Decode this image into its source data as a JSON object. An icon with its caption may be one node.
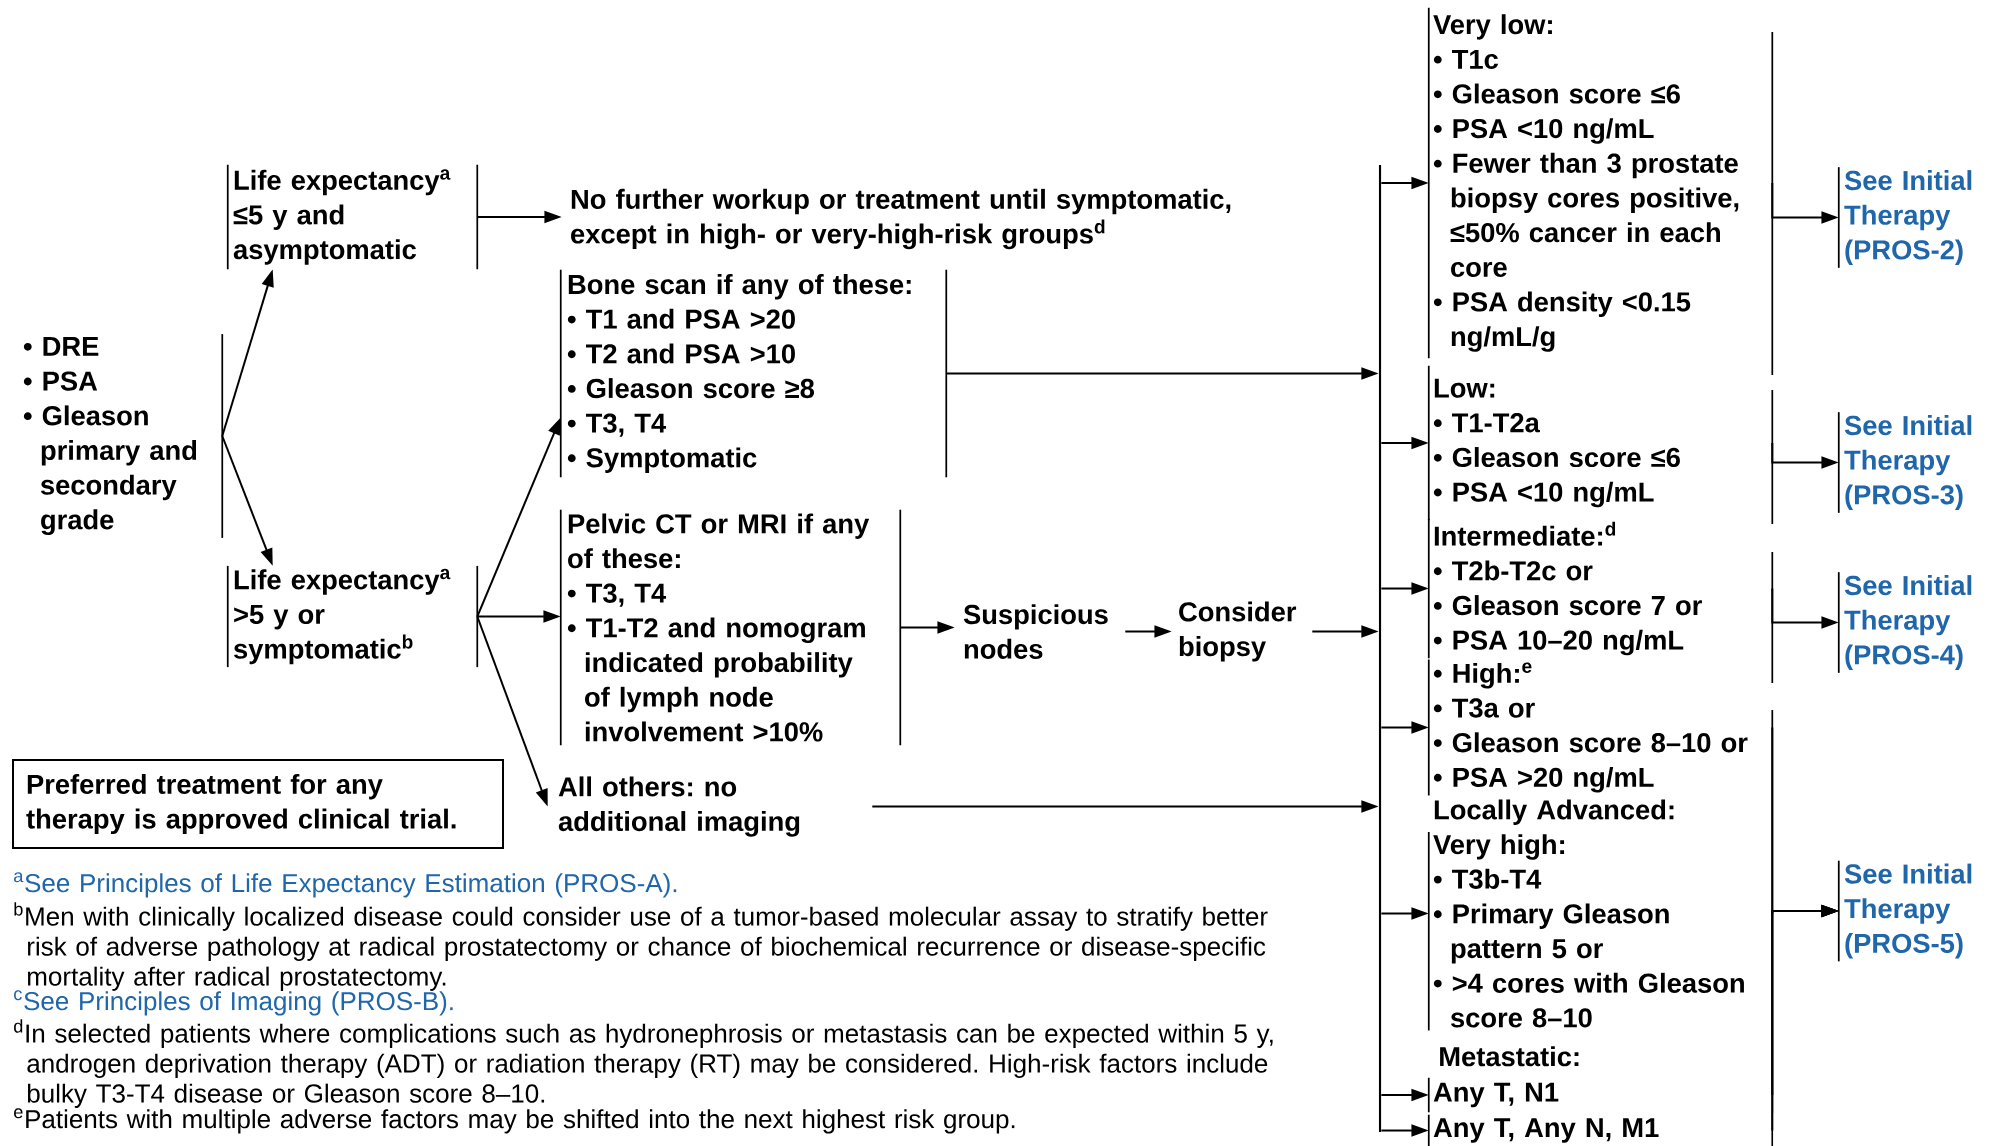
{
  "diagram": {
    "nodes": [
      {
        "text": [
          "• DRE",
          "• PSA",
          "• Gleason primary and secondary grade"
        ]
      },
      {
        "text": [
          "Life expectancy$^{a}$ ≤5 y and asymptomatic"
        ]
      },
      {
        "text": [
          "Life expectancy$^{a}$ >5 y or symptomatic$^{b}$"
        ]
      },
      {
        "text": [
          "No further workup or treatment until symptomatic, except in high- or very-high-risk groups$^{d}$"
        ]
      },
      {
        "text": [
          "Bone scan if any of these:",
          "• T1 and PSA >20",
          "• T2 and PSA >10",
          "• Gleason score ≥8",
          "• T3, T4",
          "• Symptomatic"
        ]
      },
      {
        "text": [
          "Pelvic CT or MRI if any of these:",
          "• T3, T4",
          "• T1-T2 and nomogram indicated probability of lymph node involvement >10%"
        ]
      },
      {
        "text": [
          "All others: no additional imaging"
        ]
      },
      {
        "text": [
          "Suspicious nodes"
        ]
      },
      {
        "text": [
          "Consider biopsy"
        ]
      },
      {
        "text": [
          "Preferred treatment for any therapy is approved clinical trial."
        ]
      },
      {
        "text": [],
        "shape": "bar"
      },
      {
        "text": [
          "Very low:",
          "• T1c",
          "• Gleason score ≤6",
          "• PSA <10 ng/mL",
          "• Fewer than 3 prostate biopsy cores positive, ≤50% cancer in each core",
          "• PSA density <0.15 ng/mL/g"
        ]
      },
      {
        "text": [
          "Low:",
          "• T1-T2a",
          "• Gleason score ≤6",
          "• PSA <10 ng/mL"
        ]
      },
      {
        "text": [
          "Intermediate:$^{d}$",
          "• T2b-T2c or",
          "• Gleason score 7 or",
          "• PSA 10–20 ng/mL"
        ]
      },
      {
        "text": [
          "• High:$^{e}$",
          "• T3a or",
          "• Gleason score 8–10 or",
          "• PSA >20 ng/mL"
        ]
      },
      {
        "text": [
          "Locally Advanced:",
          "Very high:",
          "• T3b-T4",
          "• Primary Gleason pattern 5 or",
          "• >4 cores with Gleason score 8–10"
        ]
      },
      {
        "text": [
          "Any T, N1"
        ]
      },
      {
        "text": [
          "Any T, Any N, M1"
        ]
      },
      {
        "text": [
          "See Initial Therapy (PROS-2)"
        ]
      },
      {
        "text": [
          "See Initial Therapy (PROS-3)"
        ]
      },
      {
        "text": [
          "See Initial Therapy (PROS-4)"
        ]
      },
      {
        "text": [
          "See Initial Therapy (PROS-5)"
        ]
      }
    ],
    "edges": [
      {
        "from": 0,
        "to": 1,
        "arrow": "to"
      },
      {
        "from": 0,
        "to": 2,
        "arrow": "to"
      },
      {
        "from": 1,
        "to": 3,
        "arrow": "to"
      },
      {
        "from": 2,
        "to": 4,
        "arrow": "to"
      },
      {
        "from": 2,
        "to": 5,
        "arrow": "to"
      },
      {
        "from": 2,
        "to": 6,
        "arrow": "to"
      },
      {
        "from": 4,
        "to": 10,
        "arrow": "to"
      },
      {
        "from": 5,
        "to": 7,
        "arrow": "to"
      },
      {
        "from": 7,
        "to": 8,
        "arrow": "to"
      },
      {
        "from": 8,
        "to": 10,
        "arrow": "to"
      },
      {
        "from": 6,
        "to": 10,
        "arrow": "to"
      },
      {
        "from": 10,
        "to": 11,
        "arrow": "to"
      },
      {
        "from": 10,
        "to": 12,
        "arrow": "to"
      },
      {
        "from": 10,
        "to": 13,
        "arrow": "to"
      },
      {
        "from": 10,
        "to": 14,
        "arrow": "to"
      },
      {
        "from": 10,
        "to": 15,
        "arrow": "to"
      },
      {
        "from": 10,
        "to": 16,
        "arrow": "to"
      },
      {
        "from": 10,
        "to": 17,
        "arrow": "to"
      },
      {
        "from": 11,
        "to": 18,
        "arrow": "to"
      },
      {
        "from": 12,
        "to": 19,
        "arrow": "to"
      },
      {
        "from": 13,
        "to": 20,
        "arrow": "to"
      },
      {
        "from": 14,
        "to": 21,
        "arrow": "to"
      },
      {
        "from": 15,
        "to": 21,
        "arrow": "to"
      },
      {
        "from": 16,
        "to": 21,
        "arrow": "to"
      },
      {
        "from": 17,
        "to": 21,
        "arrow": "to"
      }
    ],
    "labels": [
      "Metastatic:",
      "$^{a}$See Principles of Life Expectancy Estimation (PROS-A).",
      "$^{b}$Men with clinically localized disease could consider use of a tumor-based molecular assay to stratify better risk of adverse pathology at radical prostatectomy or chance of biochemical recurrence or disease-specific mortality after radical prostatectomy.",
      "$^{c}$See Principles of Imaging (PROS-B).",
      "$^{d}$In selected patients where complications such as hydronephrosis or metastasis can be expected within 5 y, androgen deprivation therapy (ADT) or radiation therapy (RT) may be considered. High-risk factors include bulky T3-T4 disease or Gleason score 8–10.",
      "$^{e}$Patients with multiple adverse factors may be shifted into the next highest risk group."
    ]
  }
}
